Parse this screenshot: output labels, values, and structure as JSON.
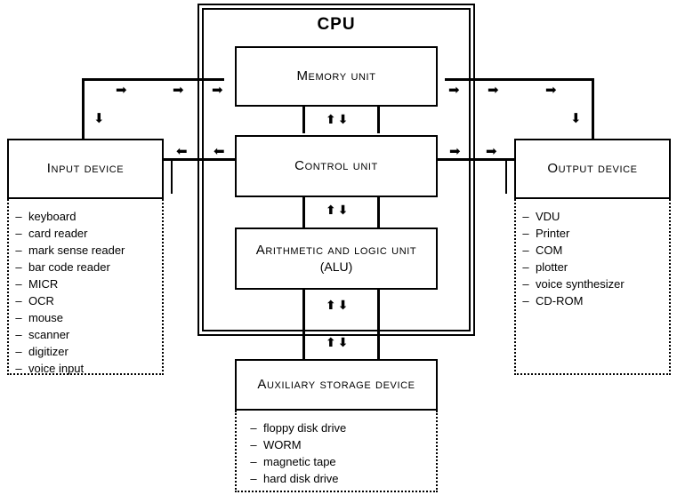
{
  "diagram": {
    "cpu": {
      "label": "CPU",
      "units": [
        {
          "name": "memory-unit",
          "title": "Memory unit"
        },
        {
          "name": "control-unit",
          "title": "Control unit"
        },
        {
          "name": "alu",
          "title": "Arithmetic and logic unit",
          "subtitle": "(ALU)"
        }
      ]
    },
    "input_device": {
      "title": "Input device",
      "items": [
        "keyboard",
        "card reader",
        "mark sense reader",
        "bar code reader",
        "MICR",
        "OCR",
        "mouse",
        "scanner",
        "digitizer",
        "voice input"
      ]
    },
    "output_device": {
      "title": "Output device",
      "items": [
        "VDU",
        "Printer",
        "COM",
        "plotter",
        "voice synthesizer",
        "CD-ROM"
      ]
    },
    "auxiliary_storage": {
      "title": "Auxiliary storage device",
      "items": [
        "floppy disk drive",
        "WORM",
        "magnetic tape",
        "hard disk drive"
      ]
    },
    "bullet": "–",
    "arrows": {
      "right": "➡",
      "left": "⬅",
      "down": "⬇",
      "up_down": "⬆⬇"
    },
    "colors": {
      "stroke": "#000000",
      "background": "#ffffff"
    }
  }
}
